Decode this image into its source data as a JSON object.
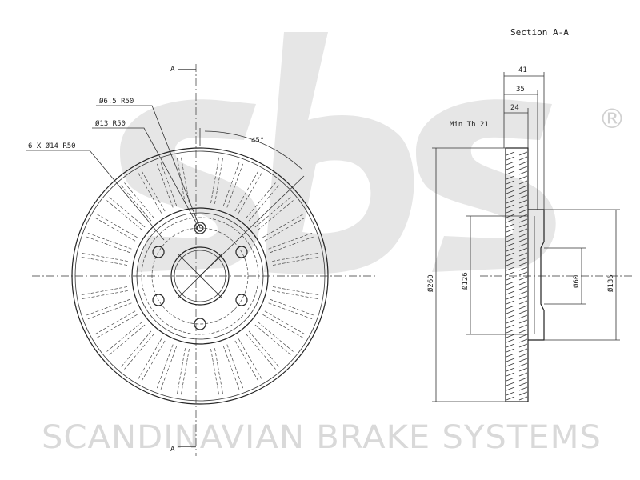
{
  "watermark": {
    "logo_text": "sbs",
    "brand": "SCANDINAVIAN BRAKE SYSTEMS",
    "registered": "®"
  },
  "section": {
    "title": "Section A-A",
    "min_thickness": "Min Th 21"
  },
  "labels": {
    "section_marker_top": "A",
    "section_marker_bottom": "A",
    "hole_small": "Ø6.5  R50",
    "hole_medium": "Ø13  R50",
    "holes_bolt": "6 X Ø14 R50",
    "angle": "45°"
  },
  "dimensions": {
    "width_total": "41",
    "width_hat": "35",
    "width_disc": "24",
    "diameter_outer": "Ø260",
    "diameter_hat": "Ø126",
    "diameter_center": "Ø60",
    "diameter_hat_outer": "Ø136"
  },
  "colors": {
    "line": "#222222",
    "watermark": "#e6e6e6"
  }
}
